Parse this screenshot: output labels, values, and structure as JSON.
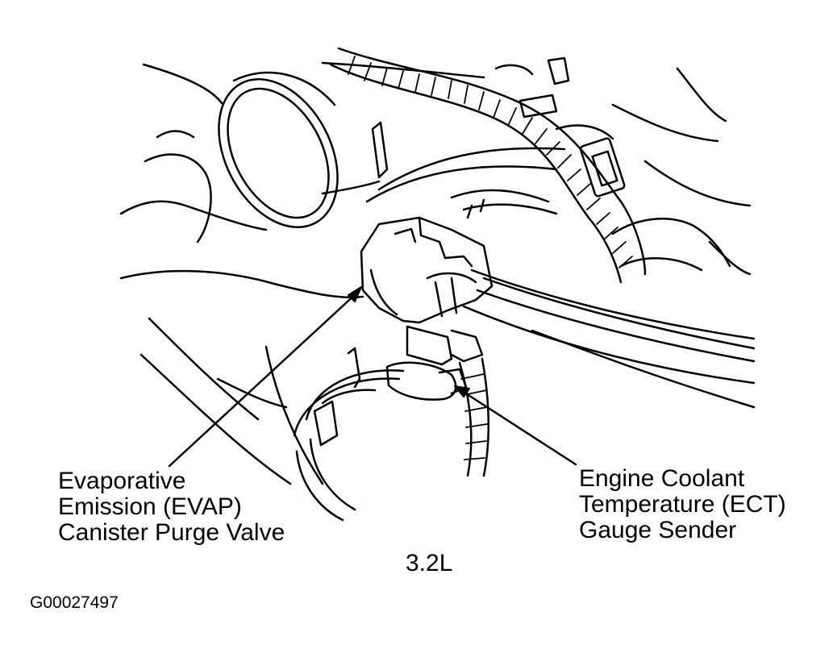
{
  "labels": {
    "evap": [
      "Evaporative",
      "Emission (EVAP)",
      "Canister Purge Valve"
    ],
    "ect": [
      "Engine Coolant",
      "Temperature (ECT)",
      "Gauge Sender"
    ],
    "engine": "3.2L",
    "figure_id": "G00027497"
  },
  "colors": {
    "ink": "#000000",
    "paper": "#ffffff"
  }
}
